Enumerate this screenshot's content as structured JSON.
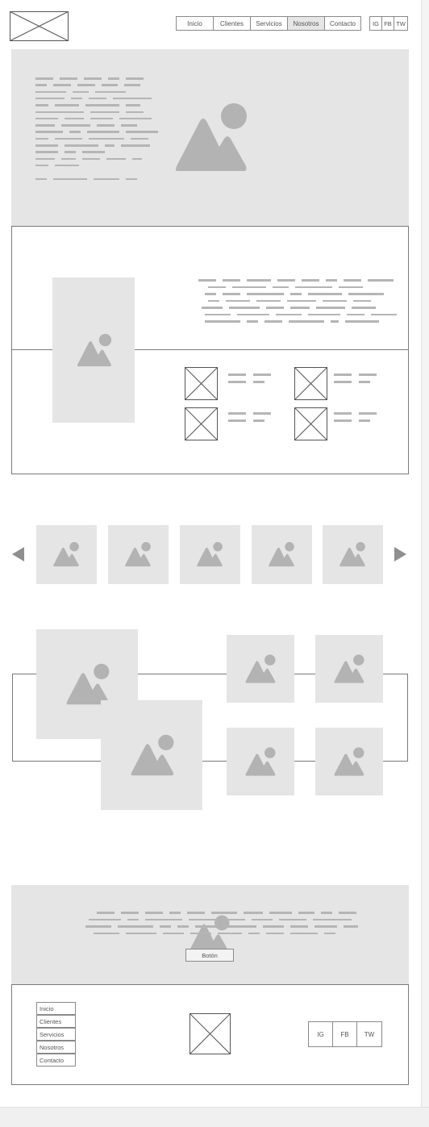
{
  "header": {
    "logo_icon": "placeholder-x-icon",
    "nav": [
      "Inicio",
      "Clientes",
      "Servicios",
      "Nosotros",
      "Contacto"
    ],
    "active_nav": "Nosotros",
    "social": [
      "IG",
      "FB",
      "TW"
    ]
  },
  "hero": {
    "image_icon": "image-placeholder-icon"
  },
  "content": {
    "image_icon": "image-placeholder-icon",
    "feature_icon": "placeholder-x-icon"
  },
  "carousel": {
    "prev_icon": "arrow-left-icon",
    "next_icon": "arrow-right-icon",
    "item_icon": "image-placeholder-icon"
  },
  "gallery": {
    "item_icon": "image-placeholder-icon"
  },
  "cta": {
    "button_label": "Botón"
  },
  "footer": {
    "menu": [
      "Inicio",
      "Clientes",
      "Servicios",
      "Nosotros",
      "Contacto"
    ],
    "logo_icon": "placeholder-x-icon",
    "social": [
      "IG",
      "FB",
      "TW"
    ]
  },
  "colors": {
    "placeholder_bg": "#e5e5e5",
    "placeholder_mark": "#b5b5b5",
    "border": "#7a7a7a"
  }
}
